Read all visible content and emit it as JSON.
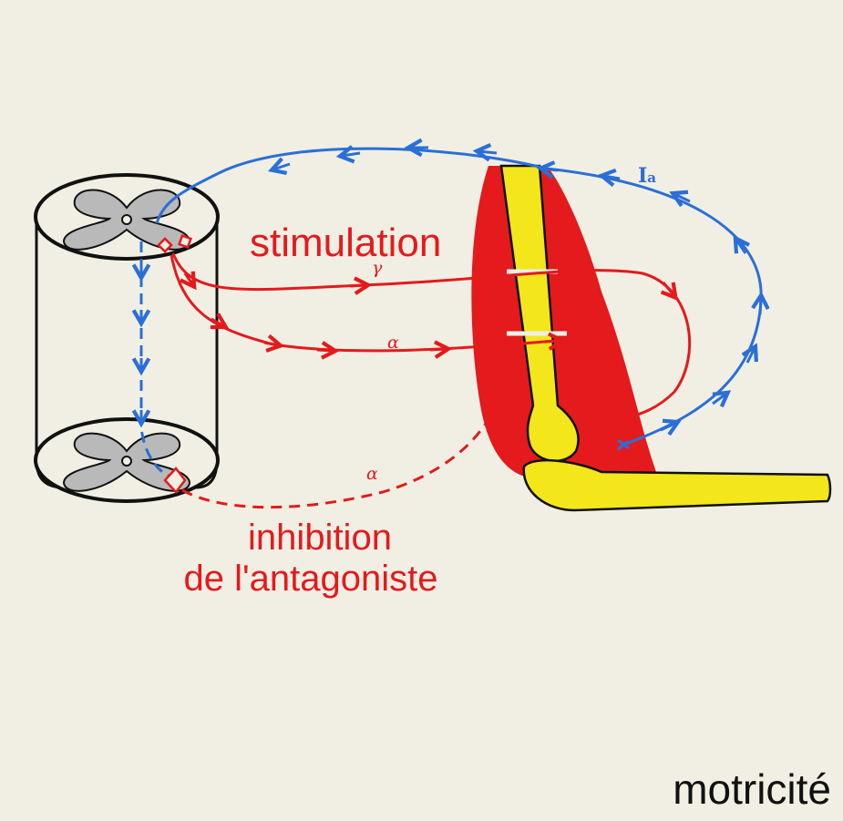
{
  "labels": {
    "stimulation": "stimulation",
    "inhibition_line1": "inhibition",
    "inhibition_line2": "de l'antagoniste",
    "gamma": "γ",
    "alpha_upper": "α",
    "alpha_lower": "α",
    "ia_main": "I",
    "ia_sub": "a",
    "footer": "motricité"
  },
  "colors": {
    "background": "#f1efe4",
    "motor_red": "#e41a1c",
    "sensory_blue": "#2b6fd6",
    "bone_yellow": "#f3e61a",
    "cord_gray": "#b9b9b9",
    "outline_black": "#111111"
  }
}
